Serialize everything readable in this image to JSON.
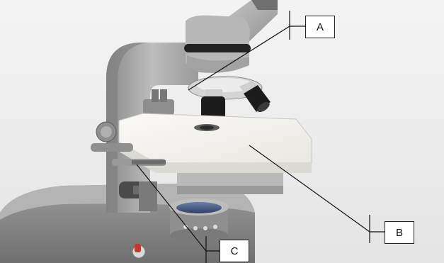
{
  "labels": {
    "a": "A",
    "b": "B",
    "c": "C"
  },
  "colors": {
    "background": "#ededed",
    "metal_gray": "#a6a6a6",
    "stage_white": "#f2f1ee",
    "lens_black": "#1c1c1c",
    "leader_line": "#111111",
    "switch_red": "#c0392b"
  }
}
